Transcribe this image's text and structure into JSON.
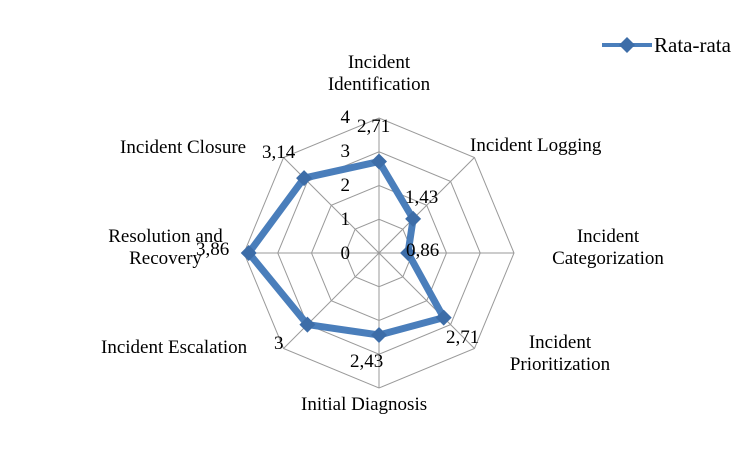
{
  "legend": {
    "series_label": "Rata-rata",
    "position": "top-right",
    "marker": "diamond-marker-icon",
    "color": "#4A7EBB"
  },
  "axis_ticks": [
    "0",
    "1",
    "2",
    "3",
    "4"
  ],
  "colors": {
    "series": "#4A7EBB",
    "grid": "#9A9A9A",
    "background": "#FFFFFF",
    "text": "#000000"
  },
  "chart_data": {
    "type": "radar",
    "title": "",
    "xlabel": "",
    "ylabel": "",
    "rlim": [
      0,
      4
    ],
    "r_ticks": [
      0,
      1,
      2,
      3,
      4
    ],
    "r_tick_labels": [
      "0",
      "1",
      "2",
      "3",
      "4"
    ],
    "grid": true,
    "legend_position": "top-right",
    "decimal_separator": ",",
    "categories": [
      "Incident Identification",
      "Incident Logging",
      "Incident Categorization",
      "Incident Prioritization",
      "Initial Diagnosis",
      "Incident Escalation",
      "Resolution and Recovery",
      "Incident Closure"
    ],
    "series": [
      {
        "name": "Rata-rata",
        "color": "#4A7EBB",
        "marker": "diamond",
        "values": [
          2.71,
          1.43,
          0.86,
          2.71,
          2.43,
          3.0,
          3.86,
          3.14
        ],
        "value_labels": [
          "2,71",
          "1,43",
          "0,86",
          "2,71",
          "2,43",
          "3",
          "3,86",
          "3,14"
        ]
      }
    ]
  },
  "axis_labels": {
    "incident_identification": "Incident\nIdentification",
    "incident_identification_line1": "Incident",
    "incident_identification_line2": "Identification",
    "incident_logging": "Incident Logging",
    "incident_categorization_line1": "Incident",
    "incident_categorization_line2": "Categorization",
    "incident_prioritization_line1": "Incident",
    "incident_prioritization_line2": "Prioritization",
    "initial_diagnosis": "Initial Diagnosis",
    "incident_escalation": "Incident Escalation",
    "resolution_and_recovery_line1": "Resolution and",
    "resolution_and_recovery_line2": "Recovery",
    "incident_closure": "Incident Closure"
  },
  "value_labels": {
    "incident_identification": "2,71",
    "incident_logging": "1,43",
    "incident_categorization": "0,86",
    "incident_prioritization": "2,71",
    "initial_diagnosis": "2,43",
    "incident_escalation": "3",
    "resolution_and_recovery": "3,86",
    "incident_closure": "3,14"
  },
  "tick_labels": {
    "t0": "0",
    "t1": "1",
    "t2": "2",
    "t3": "3",
    "t4": "4"
  }
}
